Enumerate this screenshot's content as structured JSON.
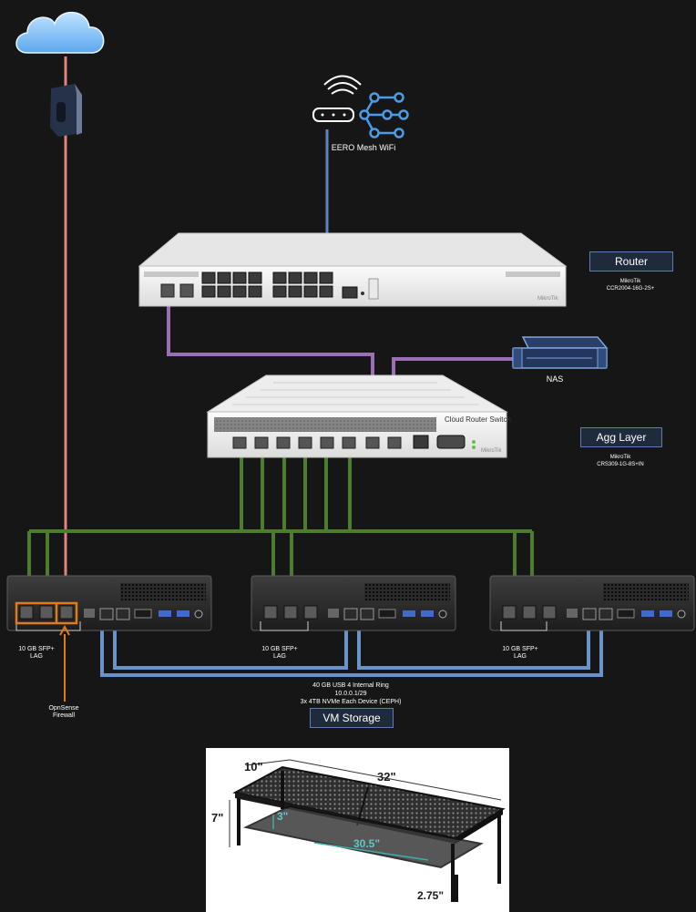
{
  "wifi": {
    "label": "EERO Mesh WiFi"
  },
  "router": {
    "label": "Router",
    "model_line1": "MikroTik",
    "model_line2": "CCR2004-16G-2S+"
  },
  "nas": {
    "label": "NAS"
  },
  "agg": {
    "label": "Agg Layer",
    "model_line1": "MikroTik",
    "model_line2": "CRS309-1G-8S+IN",
    "faceplate_text": "Cloud Router Switch"
  },
  "nodes": [
    {
      "lag_line1": "10 GB SFP+",
      "lag_line2": "LAG"
    },
    {
      "lag_line1": "10 GB SFP+",
      "lag_line2": "LAG"
    },
    {
      "lag_line1": "10 GB SFP+",
      "lag_line2": "LAG"
    }
  ],
  "firewall": {
    "line1": "OpnSense",
    "line2": "Firewall"
  },
  "ring": {
    "line1": "40 GB USB 4 Internal Ring",
    "line2": "10.0.0.1/29",
    "line3": "3x 4TB NVMe Each Device (CEPH)"
  },
  "vm_storage": {
    "label": "VM Storage"
  },
  "rack": {
    "width_label": "10\"",
    "length_label": "32\"",
    "height_label": "7\"",
    "shelf_gap_label": "3\"",
    "inner_label": "30.5\"",
    "leg_label": "2.75\""
  },
  "colors": {
    "wan": "#e0837d",
    "wifi": "#5b86c0",
    "purple": "#9a6fb3",
    "green": "#4d7c2e",
    "blue": "#6a93c9",
    "orange": "#e07a1b"
  }
}
